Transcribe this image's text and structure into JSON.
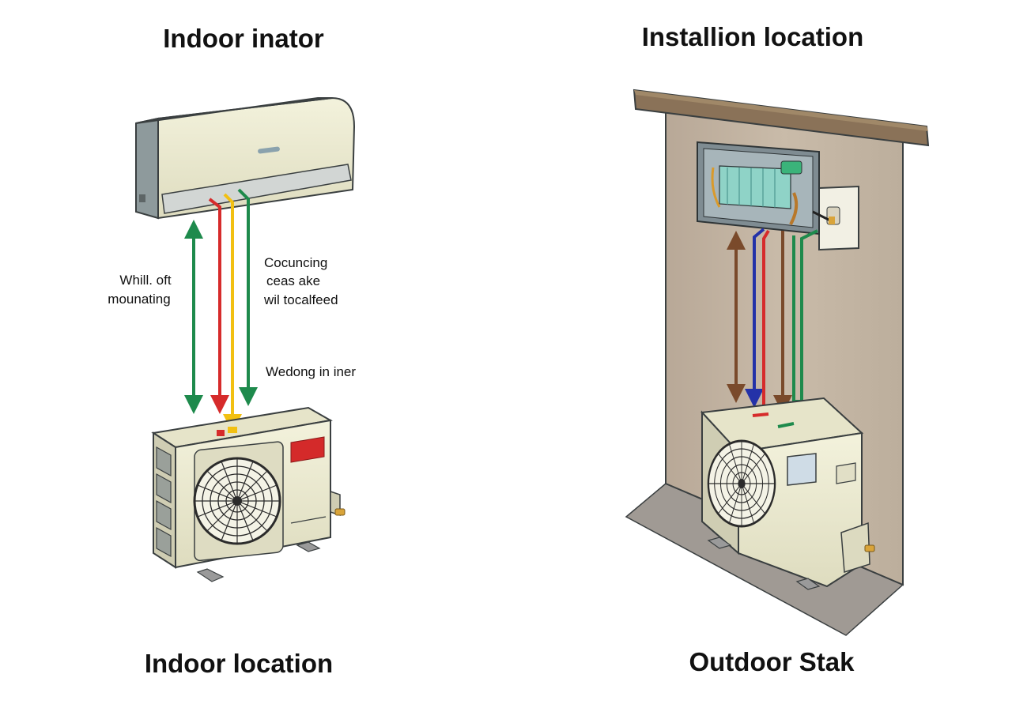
{
  "titles": {
    "top_left": "Indoor inator",
    "top_right": "Installion location",
    "bottom_left": "Indoor location",
    "bottom_right": "Outdoor Stak"
  },
  "notes": {
    "left_1": "Whill. oft",
    "left_2": "mounating",
    "right_1": "Cocuncing",
    "right_2": "ceas ake",
    "right_3": "wil tocalfeed",
    "lower": "Wedong in iner"
  },
  "colors": {
    "unit_body": "#ecebd2",
    "unit_side": "#8e9a9c",
    "wall": "#c2b3a2",
    "wall_cap": "#8a7258",
    "floor": "#a09a94",
    "pipe_green": "#1e8a4c",
    "pipe_red": "#d62b2b",
    "pipe_yellow": "#f2c012",
    "pipe_brown": "#7a4a2b",
    "pipe_blue": "#2432a8",
    "warning_label": "#d42a2a"
  },
  "icons": [
    "fan-grille-icon",
    "bidirectional-arrow-icon",
    "arrowhead-icon"
  ]
}
